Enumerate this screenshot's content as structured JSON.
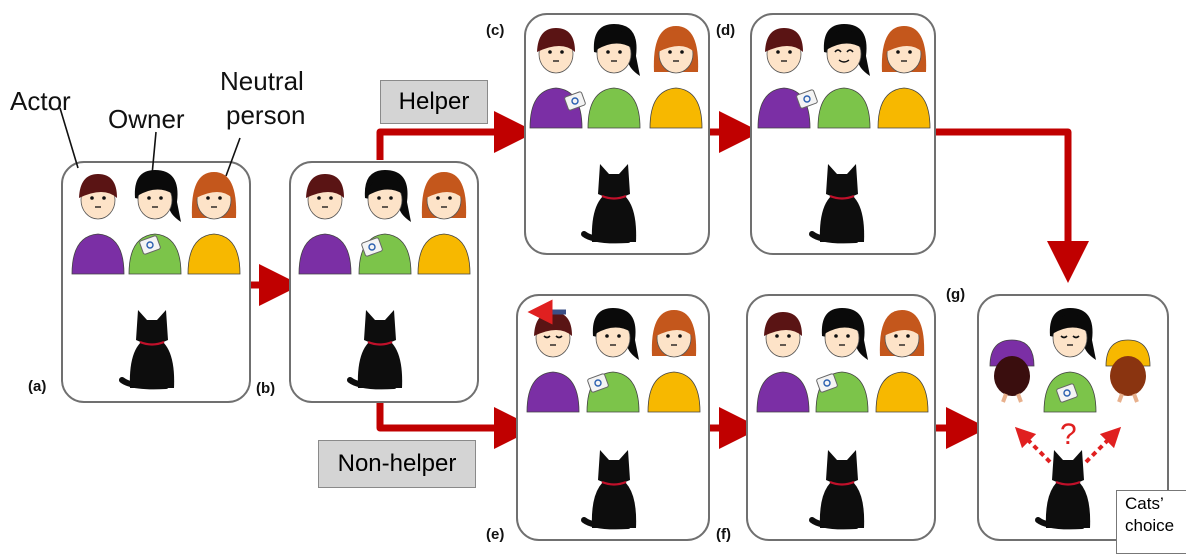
{
  "labels": {
    "actor": "Actor",
    "owner": "Owner",
    "neutral_line1": "Neutral",
    "neutral_line2": "person",
    "helper": "Helper",
    "non_helper": "Non-helper",
    "cats_choice_line1": "Cats’",
    "cats_choice_line2": "choice",
    "question_mark": "?"
  },
  "panels": [
    {
      "label": "(a)"
    },
    {
      "label": "(b)"
    },
    {
      "label": "(c)"
    },
    {
      "label": "(d)"
    },
    {
      "label": "(e)"
    },
    {
      "label": "(f)"
    },
    {
      "label": "(g)"
    }
  ],
  "colors": {
    "actor_shirt": "#7b2fa5",
    "owner_shirt": "#7cc44a",
    "neutral_shirt": "#f7b800",
    "arrow_red": "#c00000",
    "cat": "#0d0d0d",
    "cat_collar": "#c0102a",
    "panel_border": "#707070"
  },
  "icons": [
    "cat-icon",
    "person-icon",
    "food-box-icon",
    "arrow-icon"
  ]
}
